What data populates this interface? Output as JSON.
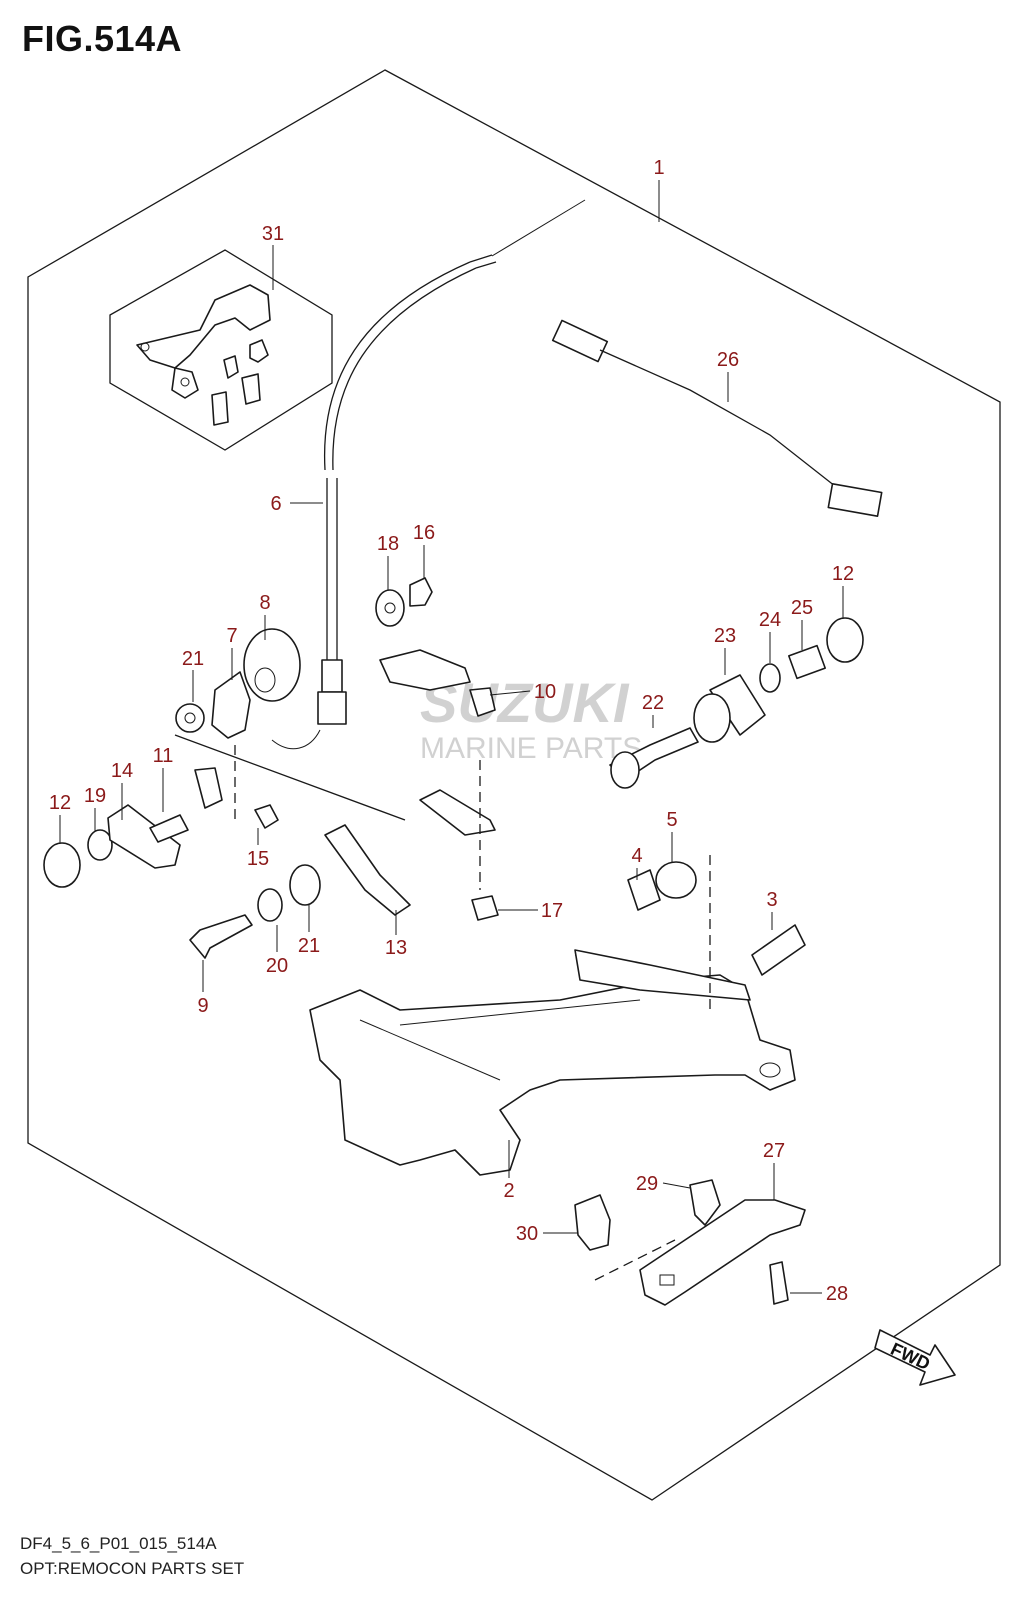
{
  "figure": {
    "title": "FIG.514A"
  },
  "footer": {
    "code": "DF4_5_6_P01_015_514A",
    "name": "OPT:REMOCON PARTS SET"
  },
  "watermark": {
    "brand": "SUZUKI",
    "subtitle": "MARINE PARTS"
  },
  "fwd_label": "FWD",
  "callouts": {
    "c1": "1",
    "c2": "2",
    "c3": "3",
    "c4": "4",
    "c5": "5",
    "c6": "6",
    "c7": "7",
    "c8": "8",
    "c9": "9",
    "c10": "10",
    "c11": "11",
    "c12a": "12",
    "c12b": "12",
    "c13": "13",
    "c14": "14",
    "c15": "15",
    "c16": "16",
    "c17": "17",
    "c18": "18",
    "c19": "19",
    "c20": "20",
    "c21a": "21",
    "c21b": "21",
    "c22": "22",
    "c23": "23",
    "c24": "24",
    "c25": "25",
    "c26": "26",
    "c27": "27",
    "c28": "28",
    "c29": "29",
    "c30": "30",
    "c31": "31"
  },
  "colors": {
    "callout": "#8b1a1a",
    "line": "#1a1a1a",
    "watermark": "#c9c9c9"
  }
}
